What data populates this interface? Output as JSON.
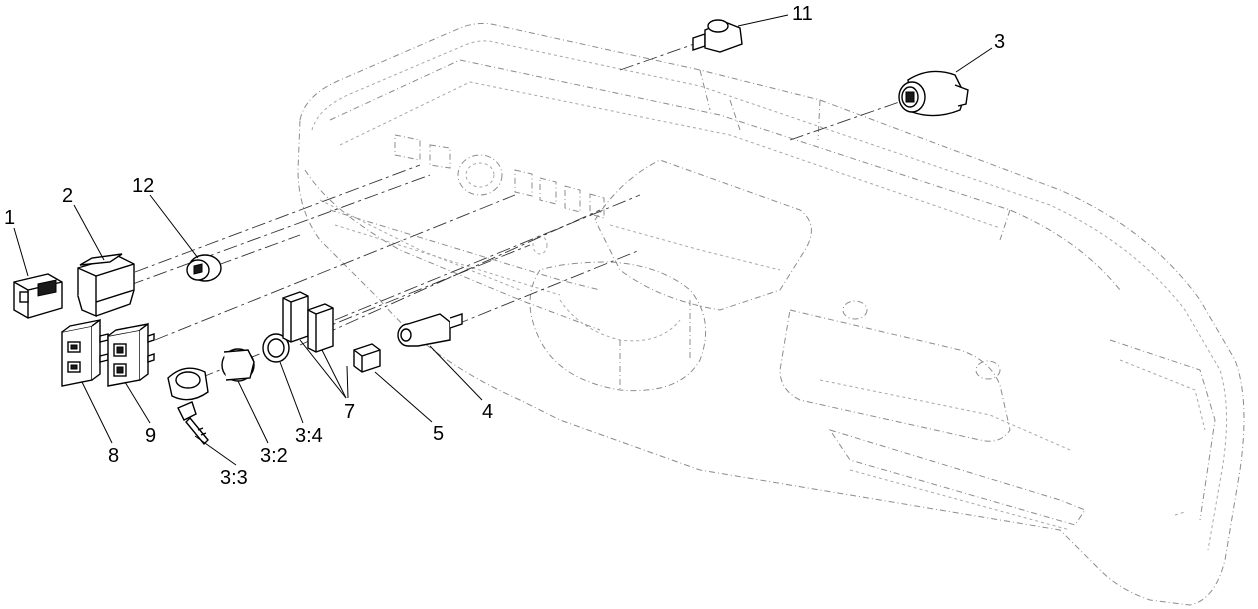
{
  "diagram": {
    "callouts": [
      {
        "id": "1",
        "text": "1"
      },
      {
        "id": "2",
        "text": "2"
      },
      {
        "id": "12",
        "text": "12"
      },
      {
        "id": "11",
        "text": "11"
      },
      {
        "id": "3",
        "text": "3"
      },
      {
        "id": "8",
        "text": "8"
      },
      {
        "id": "9",
        "text": "9"
      },
      {
        "id": "3-3",
        "text": "3:3"
      },
      {
        "id": "3-2",
        "text": "3:2"
      },
      {
        "id": "3-4",
        "text": "3:4"
      },
      {
        "id": "7",
        "text": "7"
      },
      {
        "id": "5",
        "text": "5"
      },
      {
        "id": "4",
        "text": "4"
      }
    ]
  }
}
